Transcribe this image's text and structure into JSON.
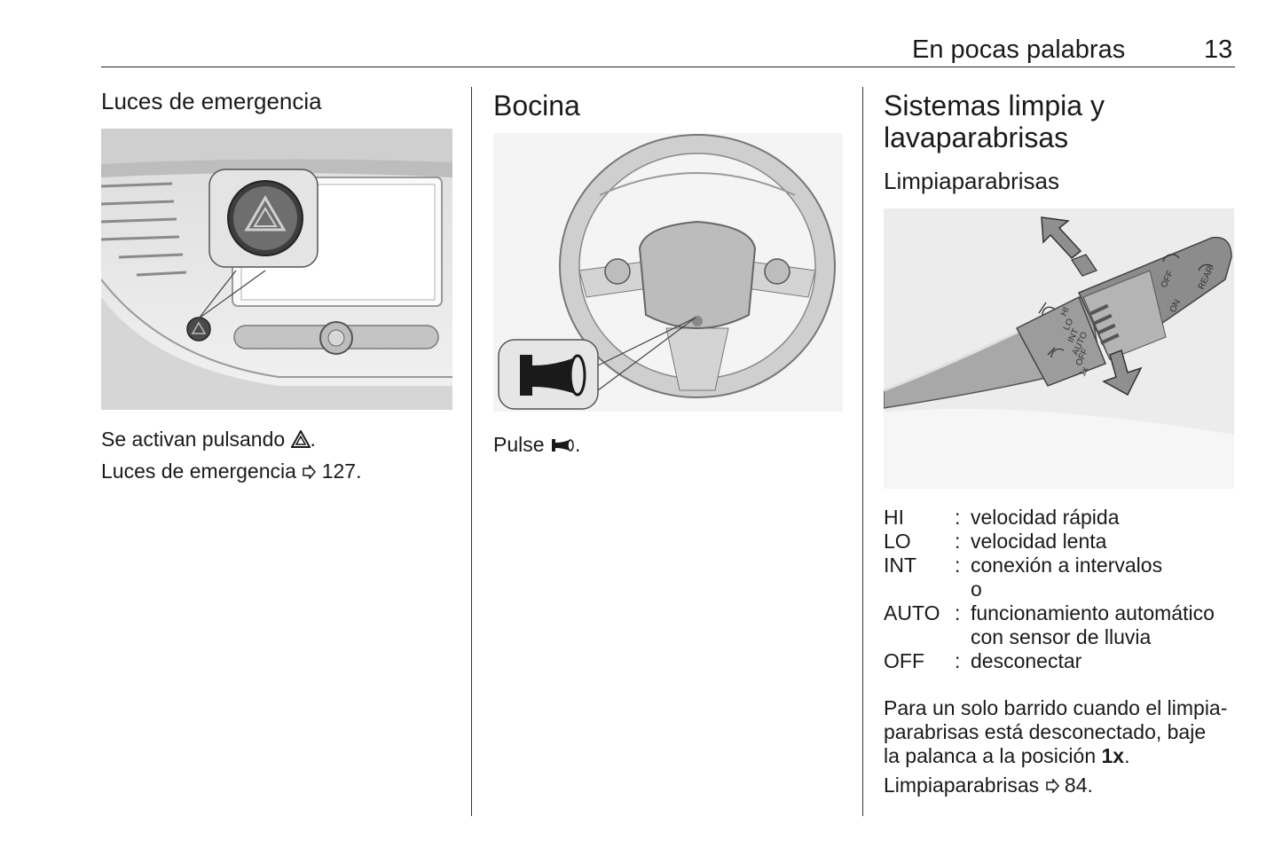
{
  "header": {
    "title": "En pocas palabras",
    "page_number": "13"
  },
  "col1": {
    "heading": "Luces de emergencia",
    "line1_prefix": "Se activan pulsando",
    "line1_suffix": ".",
    "line2_prefix": "Luces de emergencia",
    "line2_ref": "127."
  },
  "col2": {
    "heading": "Bocina",
    "line1_prefix": "Pulse",
    "line1_suffix": "."
  },
  "col3": {
    "heading_line1": "Sistemas limpia y",
    "heading_line2": "lavaparabrisas",
    "subheading": "Limpiaparabrisas",
    "figure_labels": {
      "hi": "HI",
      "lo": "LO",
      "int": "INT",
      "auto": "AUTO",
      "off": "OFF",
      "one_x": "1x",
      "off_top": "OFF",
      "on": "ON",
      "rear": "REAR"
    },
    "definitions": [
      {
        "term": "HI",
        "desc": "velocidad rápida"
      },
      {
        "term": "LO",
        "desc": "velocidad lenta"
      },
      {
        "term": "INT",
        "desc": "conexión a intervalos"
      },
      {
        "term": "",
        "desc": "o"
      },
      {
        "term": "AUTO",
        "desc": "funcionamiento automático"
      },
      {
        "term": "",
        "desc": "con sensor de lluvia"
      },
      {
        "term": "OFF",
        "desc": "desconectar"
      }
    ],
    "para_line1": "Para un solo barrido cuando el limpia-",
    "para_line2": "parabrisas está desconectado, baje",
    "para_line3_prefix": "la palanca a la posición",
    "para_line3_bold": "1x",
    "para_line3_suffix": ".",
    "ref_line_prefix": "Limpiaparabrisas",
    "ref_line_ref": "84."
  },
  "colors": {
    "text": "#1a1a1a",
    "figure_bg": "#e8e8e8",
    "figure_dark": "#555555"
  }
}
